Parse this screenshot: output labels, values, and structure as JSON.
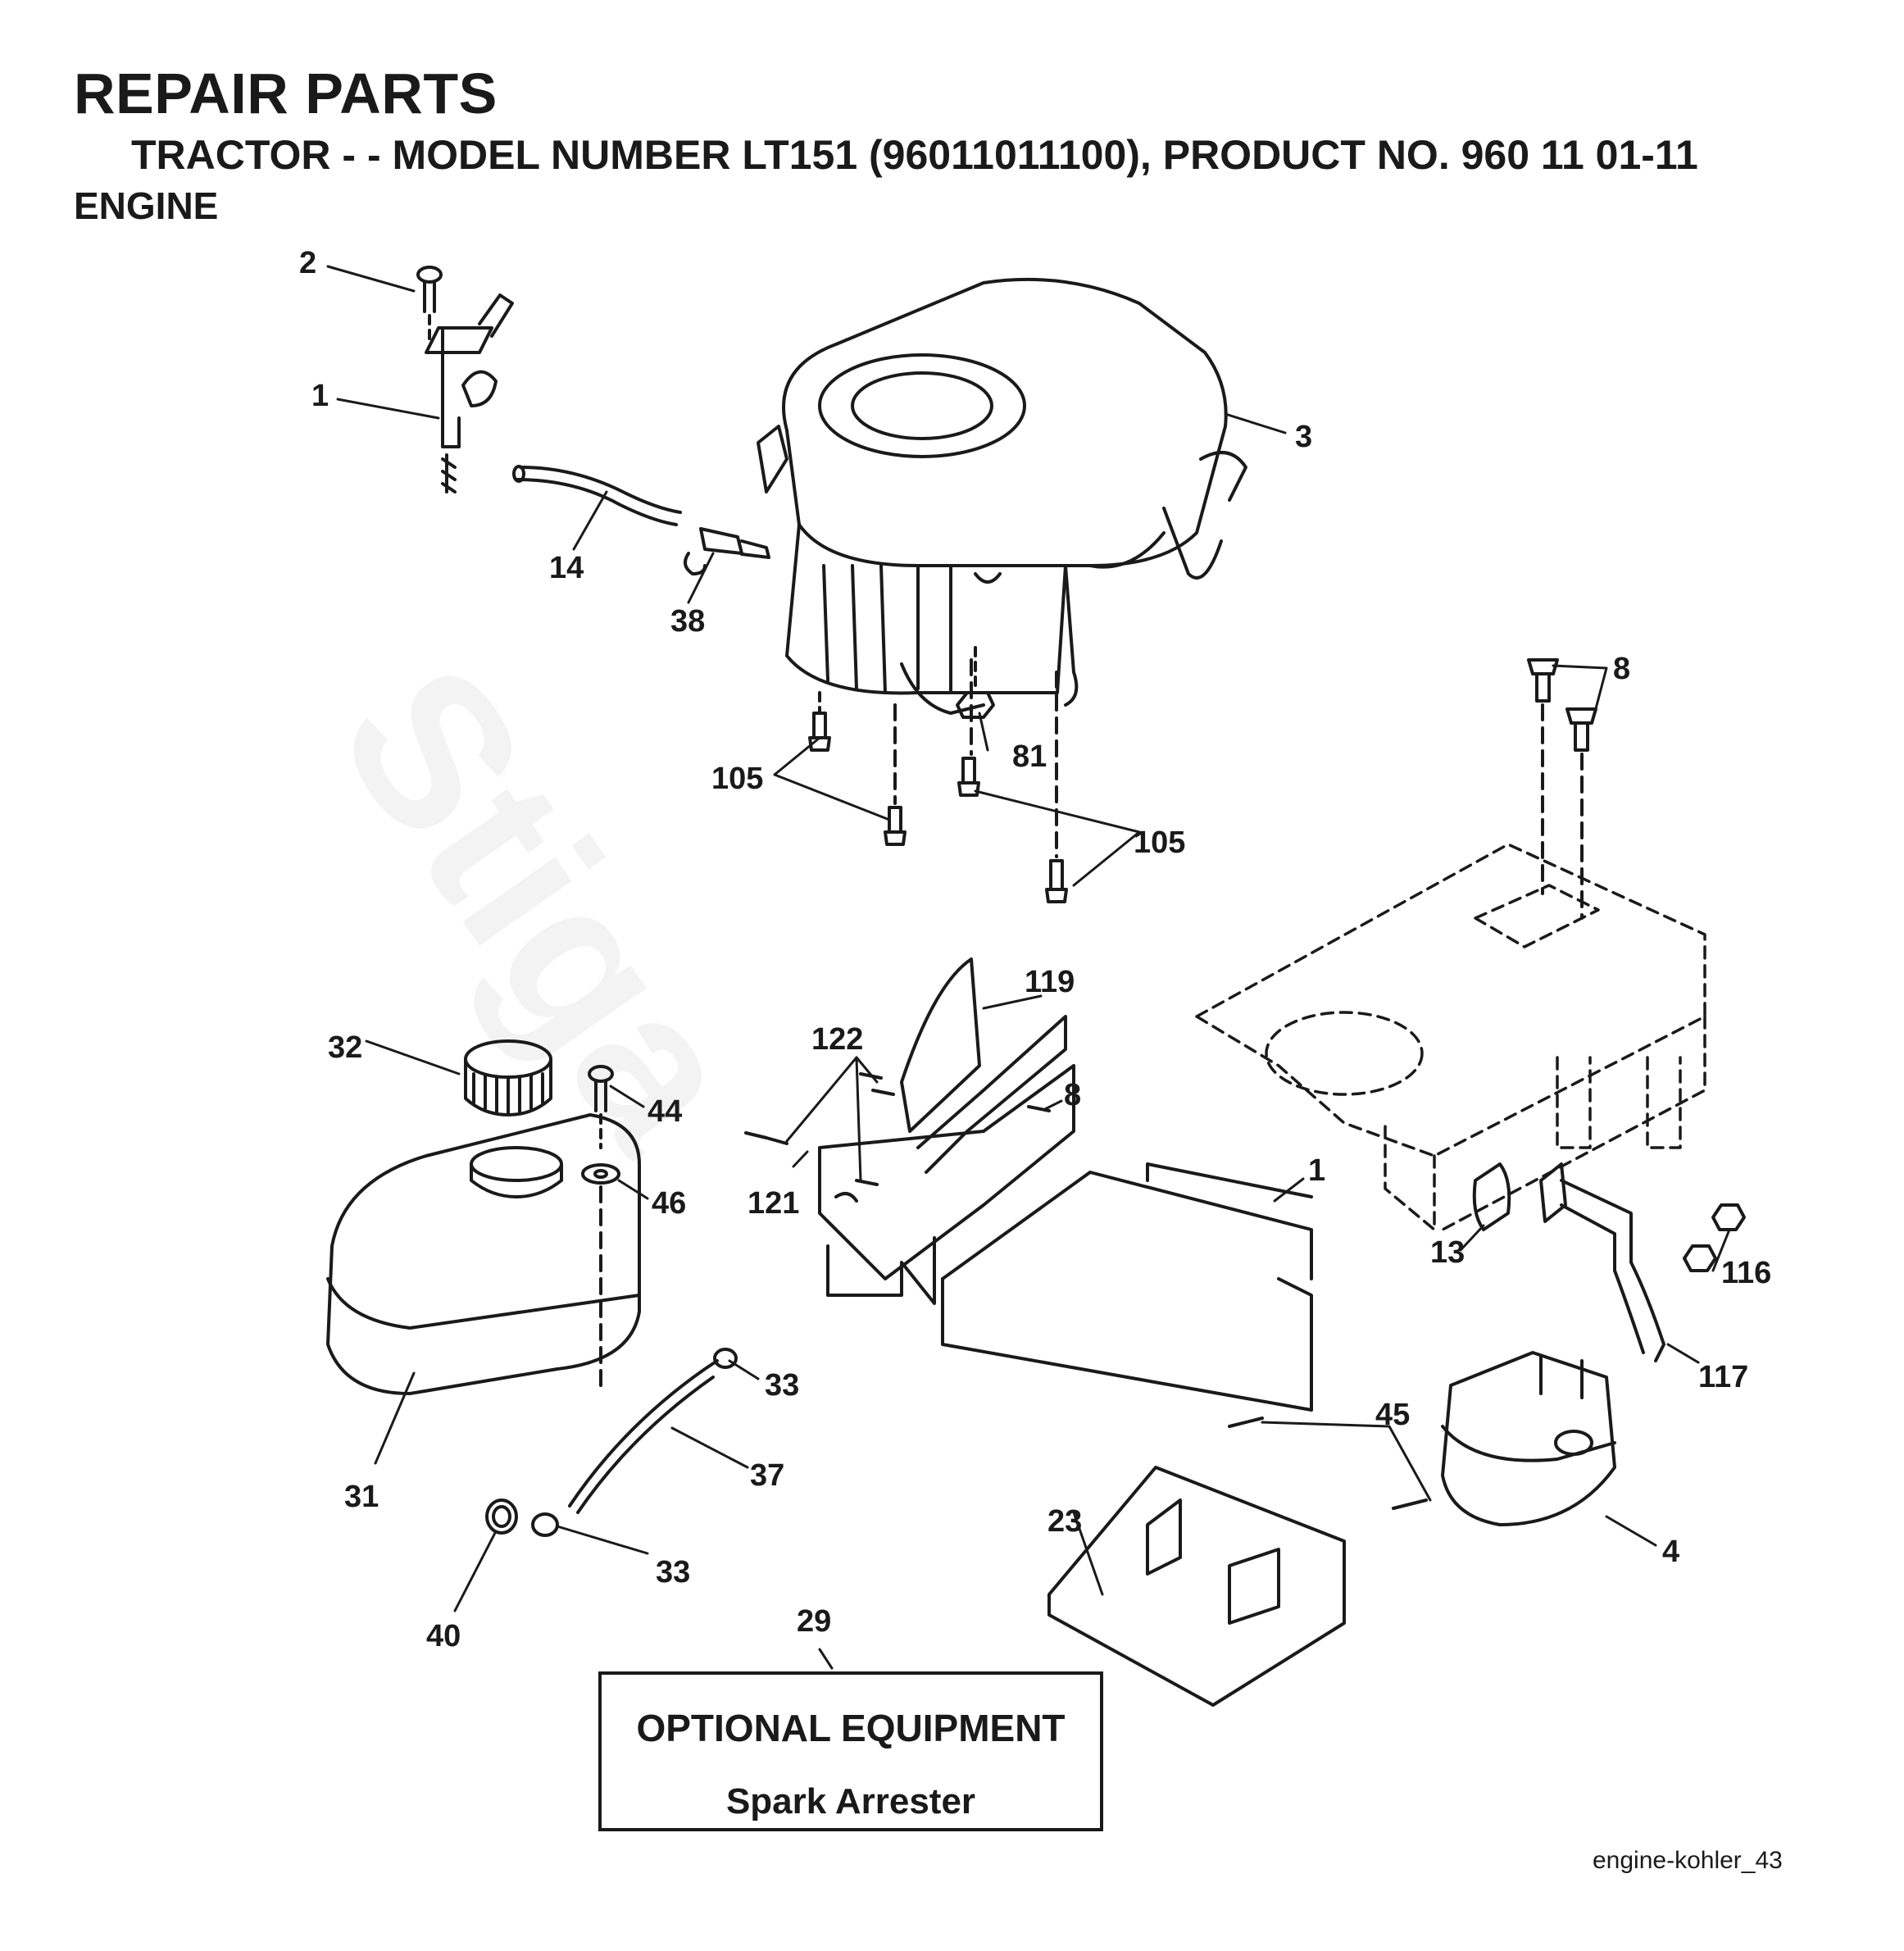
{
  "header": {
    "title": "REPAIR PARTS",
    "subtitle": "TRACTOR - - MODEL NUMBER  LT151 (96011011100), PRODUCT NO. 960 11 01-11",
    "section": "ENGINE"
  },
  "watermark": "Stiga",
  "callouts": {
    "c1a": "1",
    "c2": "2",
    "c3": "3",
    "c14": "14",
    "c38": "38",
    "c105a": "105",
    "c81": "81",
    "c105b": "105",
    "c8a": "8",
    "c119": "119",
    "c122": "122",
    "c8b": "8",
    "c121": "121",
    "c1b": "1",
    "c13": "13",
    "c116": "116",
    "c117": "117",
    "c32": "32",
    "c44": "44",
    "c46": "46",
    "c33a": "33",
    "c37": "37",
    "c31": "31",
    "c33b": "33",
    "c40": "40",
    "c45": "45",
    "c23": "23",
    "c4": "4",
    "c29": "29"
  },
  "optional_box": {
    "title": "OPTIONAL EQUIPMENT",
    "item": "Spark Arrester"
  },
  "footer": "engine-kohler_43"
}
